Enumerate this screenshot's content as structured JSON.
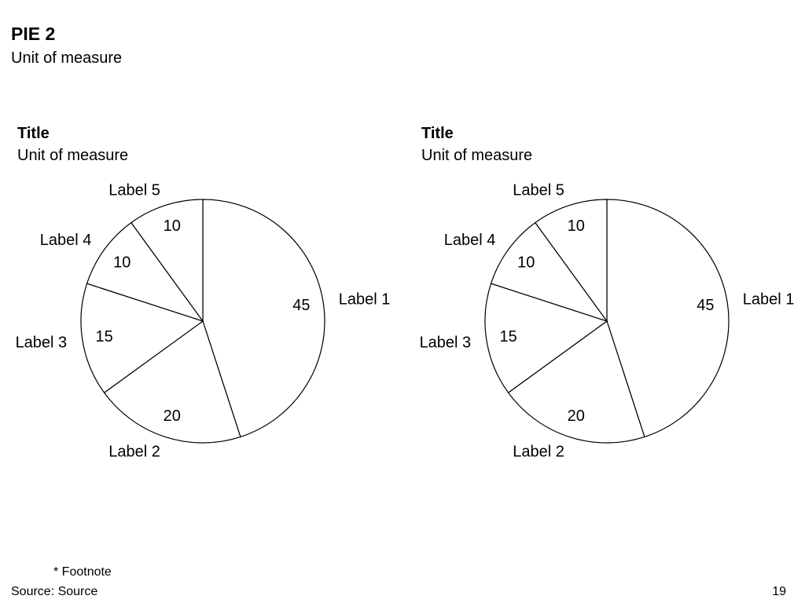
{
  "page": {
    "title": "PIE 2",
    "subtitle": "Unit of measure",
    "footnote": "* Footnote",
    "source": "Source: Source",
    "page_number": "19"
  },
  "chart_data": [
    {
      "type": "pie",
      "title": "Title",
      "subtitle": "Unit of measure",
      "categories": [
        "Label 1",
        "Label 2",
        "Label 3",
        "Label 4",
        "Label 5"
      ],
      "values": [
        45,
        20,
        15,
        10,
        10
      ],
      "start": "12 o'clock",
      "direction": "clockwise",
      "fill_color": "#ffffff",
      "stroke_color": "#000000"
    },
    {
      "type": "pie",
      "title": "Title",
      "subtitle": "Unit of measure",
      "categories": [
        "Label 1",
        "Label 2",
        "Label 3",
        "Label 4",
        "Label 5"
      ],
      "values": [
        45,
        20,
        15,
        10,
        10
      ],
      "start": "12 o'clock",
      "direction": "clockwise",
      "fill_color": "#ffffff",
      "stroke_color": "#000000"
    }
  ]
}
